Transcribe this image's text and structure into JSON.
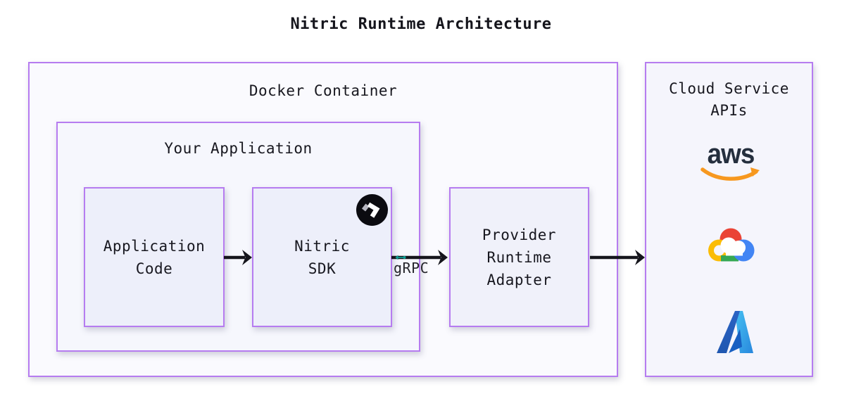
{
  "title": "Nitric Runtime Architecture",
  "docker": {
    "label": "Docker Container"
  },
  "your_app": {
    "label": "Your Application"
  },
  "app_code": {
    "line1": "Application",
    "line2": "Code"
  },
  "sdk": {
    "line1": "Nitric",
    "line2": "SDK"
  },
  "provider": {
    "line1": "Provider",
    "line2": "Runtime",
    "line3": "Adapter"
  },
  "cloud": {
    "line1": "Cloud Service",
    "line2": "APIs"
  },
  "grpc_label": "gRPC",
  "aws_logo_text": "aws",
  "icons": {
    "nitric": "nitric-logo",
    "grpc": "grpc-teal-arrow-mark",
    "aws": "aws-logo",
    "google_cloud": "google-cloud-logo",
    "azure": "azure-logo"
  },
  "colors": {
    "box_border": "#b67cf0",
    "outer_box_fill": "#fafafe",
    "inner_box_fill": "#edeffa",
    "cloud_box_fill": "#f5f5fc",
    "arrow": "#15151c",
    "text": "#17171f",
    "grpc_teal": "#0d9e94",
    "nitric_badge": "#0b0b10",
    "aws_navy": "#252f3e",
    "aws_orange": "#f7981f",
    "google_red": "#ea4335",
    "google_yellow": "#fbbc05",
    "google_green": "#34a853",
    "google_blue": "#4285f4",
    "azure_dark_blue": "#2057b0",
    "azure_light_blue": "#40bdf2"
  }
}
